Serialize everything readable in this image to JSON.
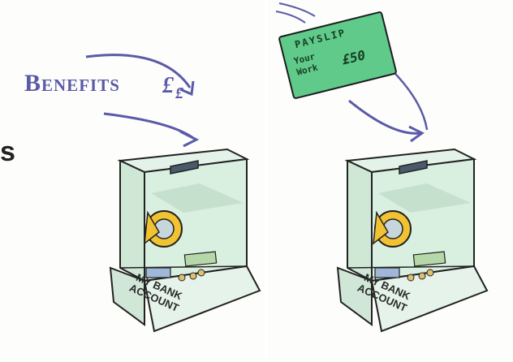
{
  "left_panel": {
    "benefits_label": "Benefits",
    "pound_symbol_1": "£",
    "pound_symbol_2": "£",
    "edge_char": "s",
    "box_label": "MY BANK ACCOUNT"
  },
  "right_panel": {
    "payslip": {
      "title": "PAYSLIP",
      "line1": "Your",
      "line2": "Work",
      "amount": "£50"
    },
    "box_label": "MY BANK ACCOUNT"
  },
  "colors": {
    "arrow_purple": "#5a5aa8",
    "glass_green": "#cfe8d6",
    "payslip_green": "#5fca8a",
    "safe_yellow": "#f1c232"
  }
}
